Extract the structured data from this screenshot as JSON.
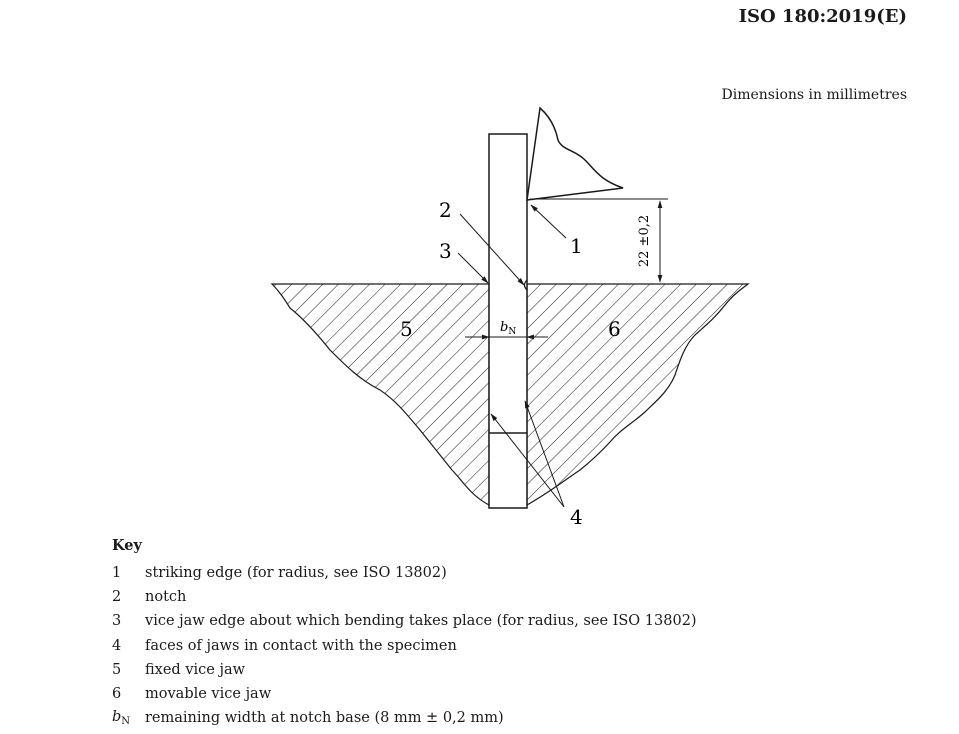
{
  "header": {
    "standard_id": "ISO 180:2019(E)",
    "dimensions_note": "Dimensions in millimetres"
  },
  "figure": {
    "callouts": [
      "1",
      "2",
      "3",
      "4",
      "5",
      "6"
    ],
    "dimension_label": "22 ±0,2",
    "width_label": {
      "base": "b",
      "subscript": "N"
    }
  },
  "key": {
    "title": "Key",
    "items": [
      {
        "symbol": "1",
        "text": "striking edge (for radius, see ISO 13802)"
      },
      {
        "symbol": "2",
        "text": "notch"
      },
      {
        "symbol": "3",
        "text": "vice jaw edge about which bending takes place (for radius, see ISO 13802)"
      },
      {
        "symbol": "4",
        "text": "faces of jaws in contact with the specimen"
      },
      {
        "symbol": "5",
        "text": "fixed vice jaw"
      },
      {
        "symbol": "6",
        "text": "movable vice jaw"
      }
    ],
    "bn_item": {
      "symbol_base": "b",
      "symbol_subscript": "N",
      "text": "remaining width at notch base (8 mm ± 0,2 mm)"
    }
  }
}
